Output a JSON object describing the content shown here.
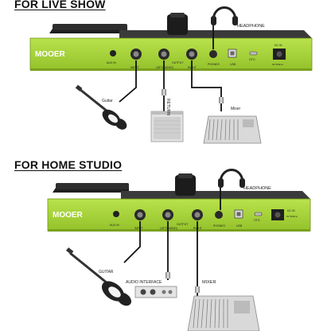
{
  "sections": [
    {
      "heading": "FOR LIVE SHOW",
      "brand": "MOOER",
      "panel_labels": {
        "aux_in": "AUX IN",
        "input": "INPUT",
        "output_left": "LEFT(MONO)",
        "output": "OUTPUT",
        "output_right": "RIGHT",
        "phones": "PHONES",
        "usb": "USB",
        "otg": "OTG",
        "dc_in": "DC IN",
        "dc_spec": "9V 500mA"
      },
      "devices": {
        "headphone": "HEADPHONE",
        "guitar": "Guitar",
        "return": "RETURN",
        "mixer": "Mixer"
      }
    },
    {
      "heading": "FOR HOME STUDIO",
      "brand": "MOOER",
      "panel_labels": {
        "aux_in": "AUX IN",
        "input": "INPUT",
        "output_left": "LEFT(MONO)",
        "output": "OUTPUT",
        "output_right": "RIGHT",
        "phones": "PHONES",
        "usb": "USB",
        "otg": "OTG",
        "dc_in": "DC IN",
        "dc_spec": "9V 500mA"
      },
      "devices": {
        "headphone": "HEADPHONE",
        "guitar": "GUITAR",
        "audio_interface": "AUDIO INTERFACE",
        "mixer": "MIXER"
      }
    }
  ],
  "colors": {
    "pedal_green": "#a9d63a",
    "pedal_dark": "#2b2b2b",
    "cable": "#111111",
    "label": "#222222"
  }
}
